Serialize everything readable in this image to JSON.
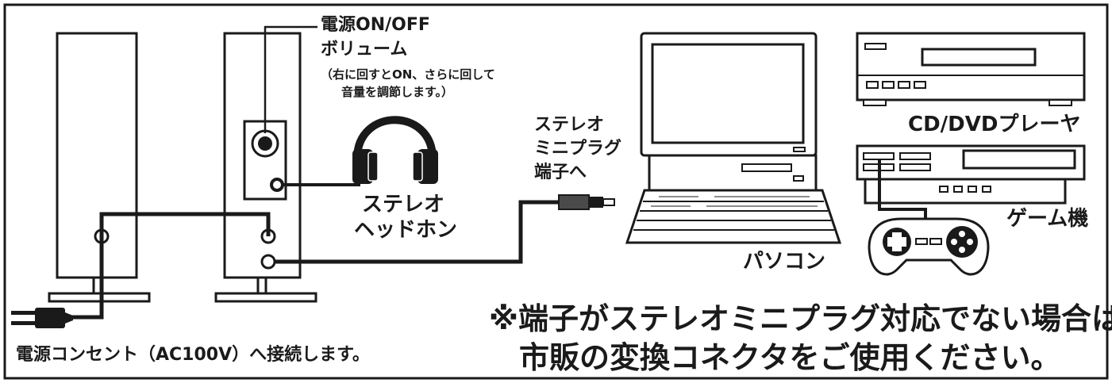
{
  "labels": {
    "power_volume_line1": "電源ON/OFF",
    "power_volume_line2": "ボリューム",
    "power_volume_note1": "（右に回すとON、さらに回して",
    "power_volume_note2": "音量を調節します。）",
    "headphones_line1": "ステレオ",
    "headphones_line2": "ヘッドホン",
    "plug_line1": "ステレオ",
    "plug_line2": "ミニプラグ",
    "plug_line3": "端子へ",
    "pc": "パソコン",
    "cd_dvd_player": "CD/DVDプレーヤ",
    "game_console": "ゲーム機",
    "outlet": "電源コンセント（AC100V）へ接続します。",
    "note_line1": "※端子がステレオミニプラグ対応でない場合は",
    "note_line2": "　市販の変換コネクタをご使用ください。"
  },
  "icons": [
    "speaker-left",
    "speaker-right",
    "volume-knob",
    "headphone-jack",
    "power-jack",
    "stereo-out-jack",
    "power-plug",
    "headphones",
    "mini-plug",
    "pc-monitor",
    "keyboard",
    "cd-dvd-player",
    "game-console",
    "gamepad"
  ],
  "colors": {
    "line": "#1a1a1a",
    "background": "#ffffff",
    "cable_tint": "#4a4a4a"
  }
}
